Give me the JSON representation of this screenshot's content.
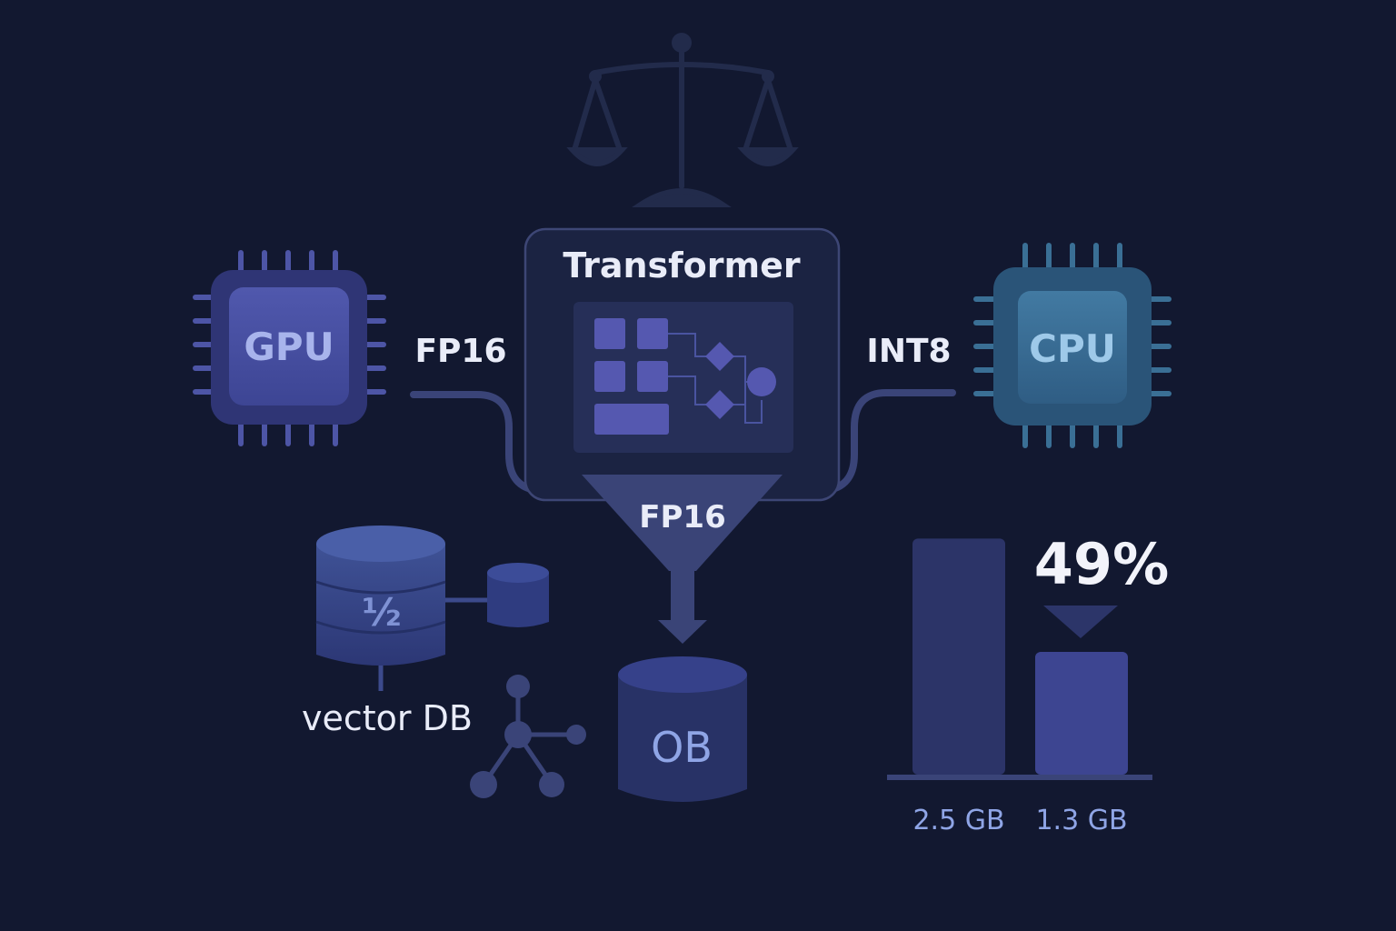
{
  "colors": {
    "background": "#121830",
    "gpu_accent": "#4d55a6",
    "cpu_accent": "#3a6f95",
    "text_light": "#e9ecf8",
    "text_dim": "#8fa5e6"
  },
  "icons": [
    "scales-icon",
    "gpu-chip-icon",
    "cpu-chip-icon",
    "funnel-icon",
    "database-icon",
    "network-icon"
  ],
  "diagram": {
    "transformer_label": "Transformer",
    "gpu_label": "GPU",
    "cpu_label": "CPU",
    "left_precision": "FP16",
    "right_precision": "INT8",
    "funnel_label": "FP16",
    "half_label": "½",
    "vector_db_label": "vector DB",
    "ob_label": "OB"
  },
  "chart_data": {
    "type": "bar",
    "categories": [
      "2.5 GB",
      "1.3 GB"
    ],
    "values": [
      2.5,
      1.3
    ],
    "unit": "GB",
    "reduction_percent": "49%",
    "ylim": [
      0,
      2.6
    ]
  }
}
